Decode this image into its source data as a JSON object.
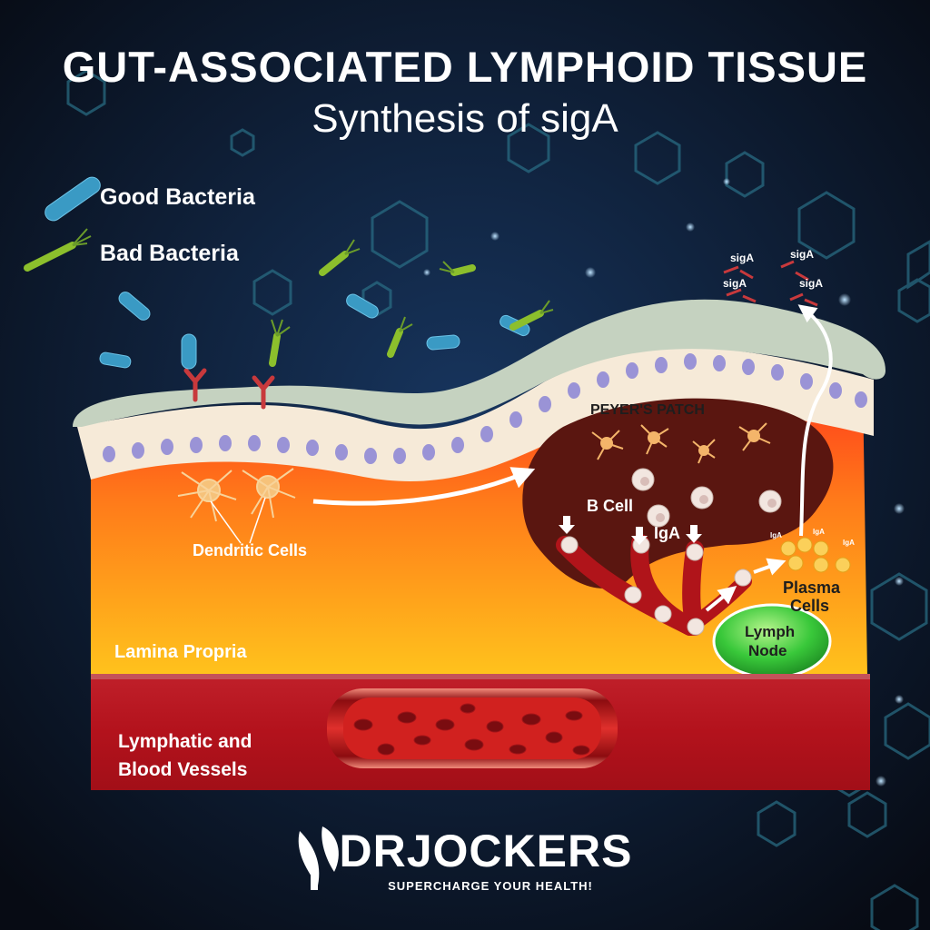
{
  "title": "GUT-ASSOCIATED LYMPHOID TISSUE",
  "subtitle": "Synthesis of sigA",
  "legend": {
    "good_bacteria": "Good Bacteria",
    "bad_bacteria": "Bad Bacteria"
  },
  "labels": {
    "peyers_patch": "PEYER'S PATCH",
    "b_cell": "B Cell",
    "iga": "IgA",
    "iga_small": "IgA",
    "dendritic_cells": "Dendritic Cells",
    "plasma_cells_line1": "Plasma",
    "plasma_cells_line2": "Cells",
    "lymph_node_line1": "Lymph",
    "lymph_node_line2": "Node",
    "lamina_propria": "Lamina Propria",
    "vessels_line1": "Lymphatic and",
    "vessels_line2": "Blood Vessels",
    "siga": "sigA"
  },
  "logo": {
    "brand": "DRJOCKERS",
    "tagline": "SUPERCHARGE YOUR HEALTH!"
  },
  "colors": {
    "background": "#0b1424",
    "lamina_top": "#ff3b1f",
    "lamina_bottom": "#ffb81c",
    "peyers_patch": "#5a1610",
    "vessel": "#b8141c",
    "lymph_node": "#39c83a",
    "good_bacteria": "#3a9ac4",
    "bad_bacteria": "#8cbf2c"
  }
}
